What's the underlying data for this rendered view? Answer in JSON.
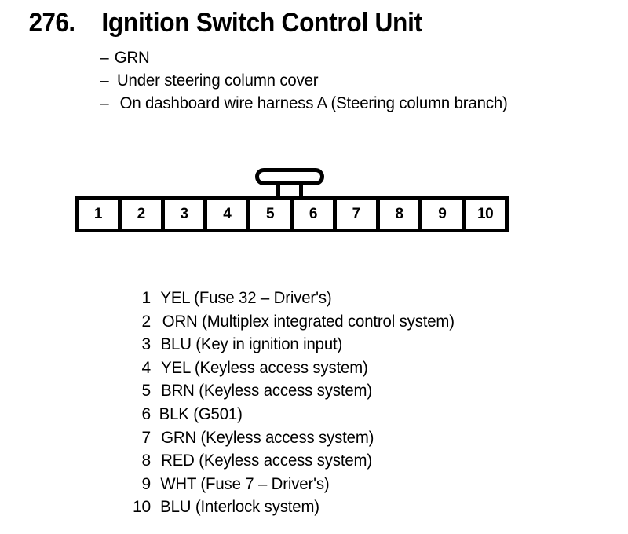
{
  "document": {
    "number": "276.",
    "title": "Ignition Switch Control Unit",
    "notes": [
      {
        "dash": "–",
        "text": "GRN"
      },
      {
        "dash": "–",
        "text": "Under steering column cover"
      },
      {
        "dash": "–",
        "text": "On dashboard wire harness A (Steering column branch)"
      }
    ]
  },
  "connector": {
    "pin_count": 10,
    "pins": [
      "1",
      "2",
      "3",
      "4",
      "5",
      "6",
      "7",
      "8",
      "9",
      "10"
    ],
    "lock_tab": {
      "shape": "anvil-tab",
      "above_pins": [
        "5",
        "6"
      ]
    },
    "colors": {
      "outline": "#000000",
      "cell_fill": "#ffffff"
    }
  },
  "legend": {
    "rows": [
      {
        "pin": "1",
        "desc": "YEL (Fuse 32 – Driver's)"
      },
      {
        "pin": "2",
        "desc": "ORN (Multiplex integrated control system)"
      },
      {
        "pin": "3",
        "desc": "BLU (Key in ignition input)"
      },
      {
        "pin": "4",
        "desc": "YEL (Keyless access system)"
      },
      {
        "pin": "5",
        "desc": "BRN (Keyless access system)"
      },
      {
        "pin": "6",
        "desc": "BLK (G501)"
      },
      {
        "pin": "7",
        "desc": "GRN (Keyless access system)"
      },
      {
        "pin": "8",
        "desc": "RED (Keyless access system)"
      },
      {
        "pin": "9",
        "desc": "WHT (Fuse 7 – Driver's)"
      },
      {
        "pin": "10",
        "desc": "BLU (Interlock system)"
      }
    ]
  }
}
